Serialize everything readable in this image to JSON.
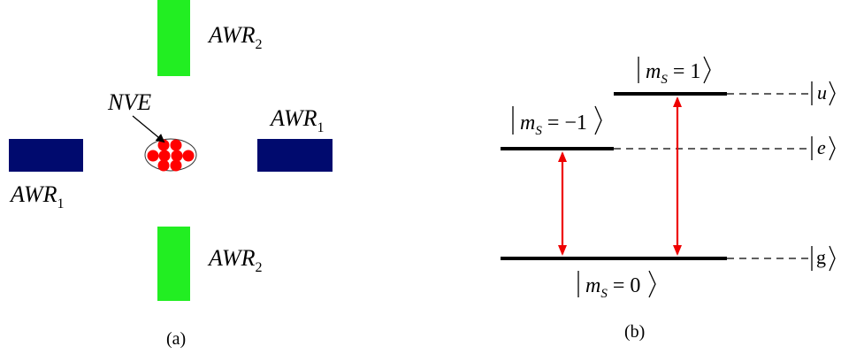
{
  "panel_a": {
    "caption": "(a)",
    "nve_label": "NVE",
    "awr1_label": {
      "base": "AWR",
      "sub": "1"
    },
    "awr2_label": {
      "base": "AWR",
      "sub": "2"
    },
    "colors": {
      "awr1": "#000a6e",
      "awr2": "#22ee22",
      "nve_atoms": "#ff0000"
    }
  },
  "panel_b": {
    "caption": "(b)",
    "levels": [
      {
        "name": "ms_0",
        "ms_text": "m",
        "ms_sub": "S",
        "ms_value": " = 0",
        "state": "g"
      },
      {
        "name": "ms_minus1",
        "ms_text": "m",
        "ms_sub": "S",
        "ms_value": " = −1",
        "state": "e"
      },
      {
        "name": "ms_plus1",
        "ms_text": "m",
        "ms_sub": "S",
        "ms_value": " = 1",
        "state": "u"
      }
    ],
    "colors": {
      "transition": "#ee0000"
    }
  }
}
